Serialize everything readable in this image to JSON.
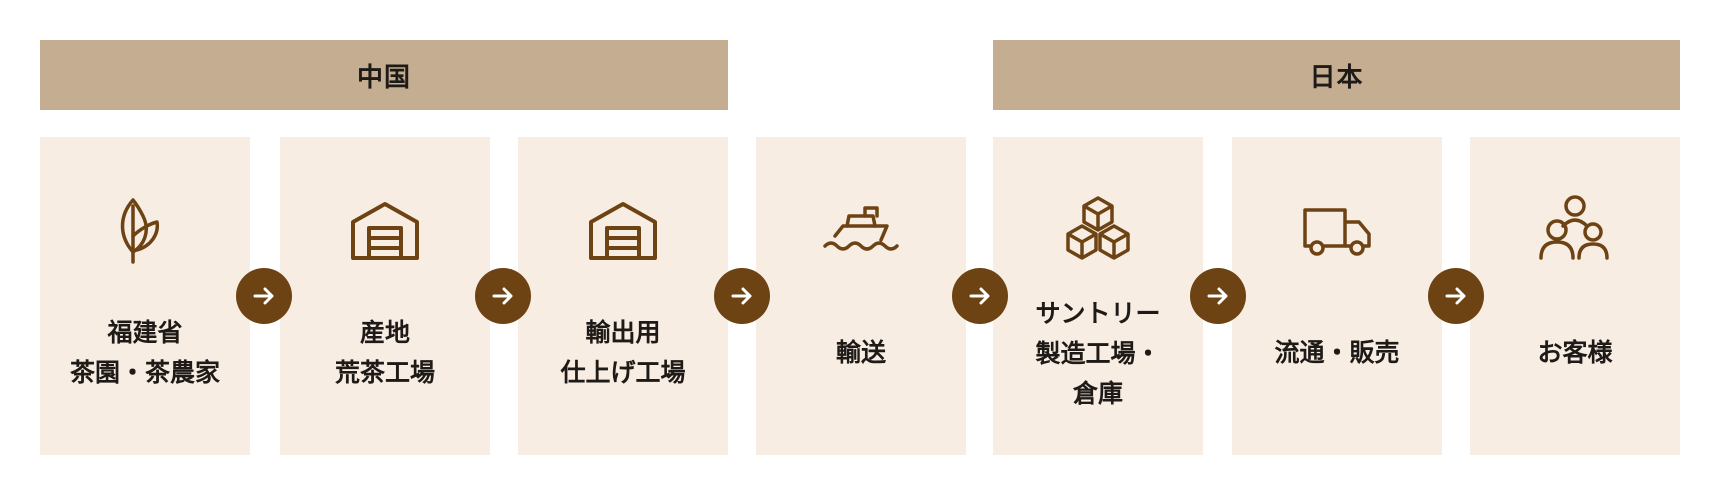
{
  "colors": {
    "header_bg": "#c4ad91",
    "card_bg": "#f8ede3",
    "icon_stroke": "#6e4314",
    "arrow_bg": "#6e4314",
    "text": "#1e1a17"
  },
  "regions": {
    "china": "中国",
    "japan": "日本"
  },
  "steps": [
    {
      "icon": "leaf-icon",
      "lines": [
        "福建省",
        "茶園・茶農家"
      ]
    },
    {
      "icon": "warehouse-icon",
      "lines": [
        "産地",
        "荒茶工場"
      ]
    },
    {
      "icon": "warehouse-icon",
      "lines": [
        "輸出用",
        "仕上げ工場"
      ]
    },
    {
      "icon": "ship-icon",
      "lines": [
        "輸送"
      ]
    },
    {
      "icon": "boxes-icon",
      "lines": [
        "サントリー",
        "製造工場・",
        "倉庫"
      ]
    },
    {
      "icon": "truck-icon",
      "lines": [
        "流通・販売"
      ]
    },
    {
      "icon": "people-icon",
      "lines": [
        "お客様"
      ]
    }
  ]
}
